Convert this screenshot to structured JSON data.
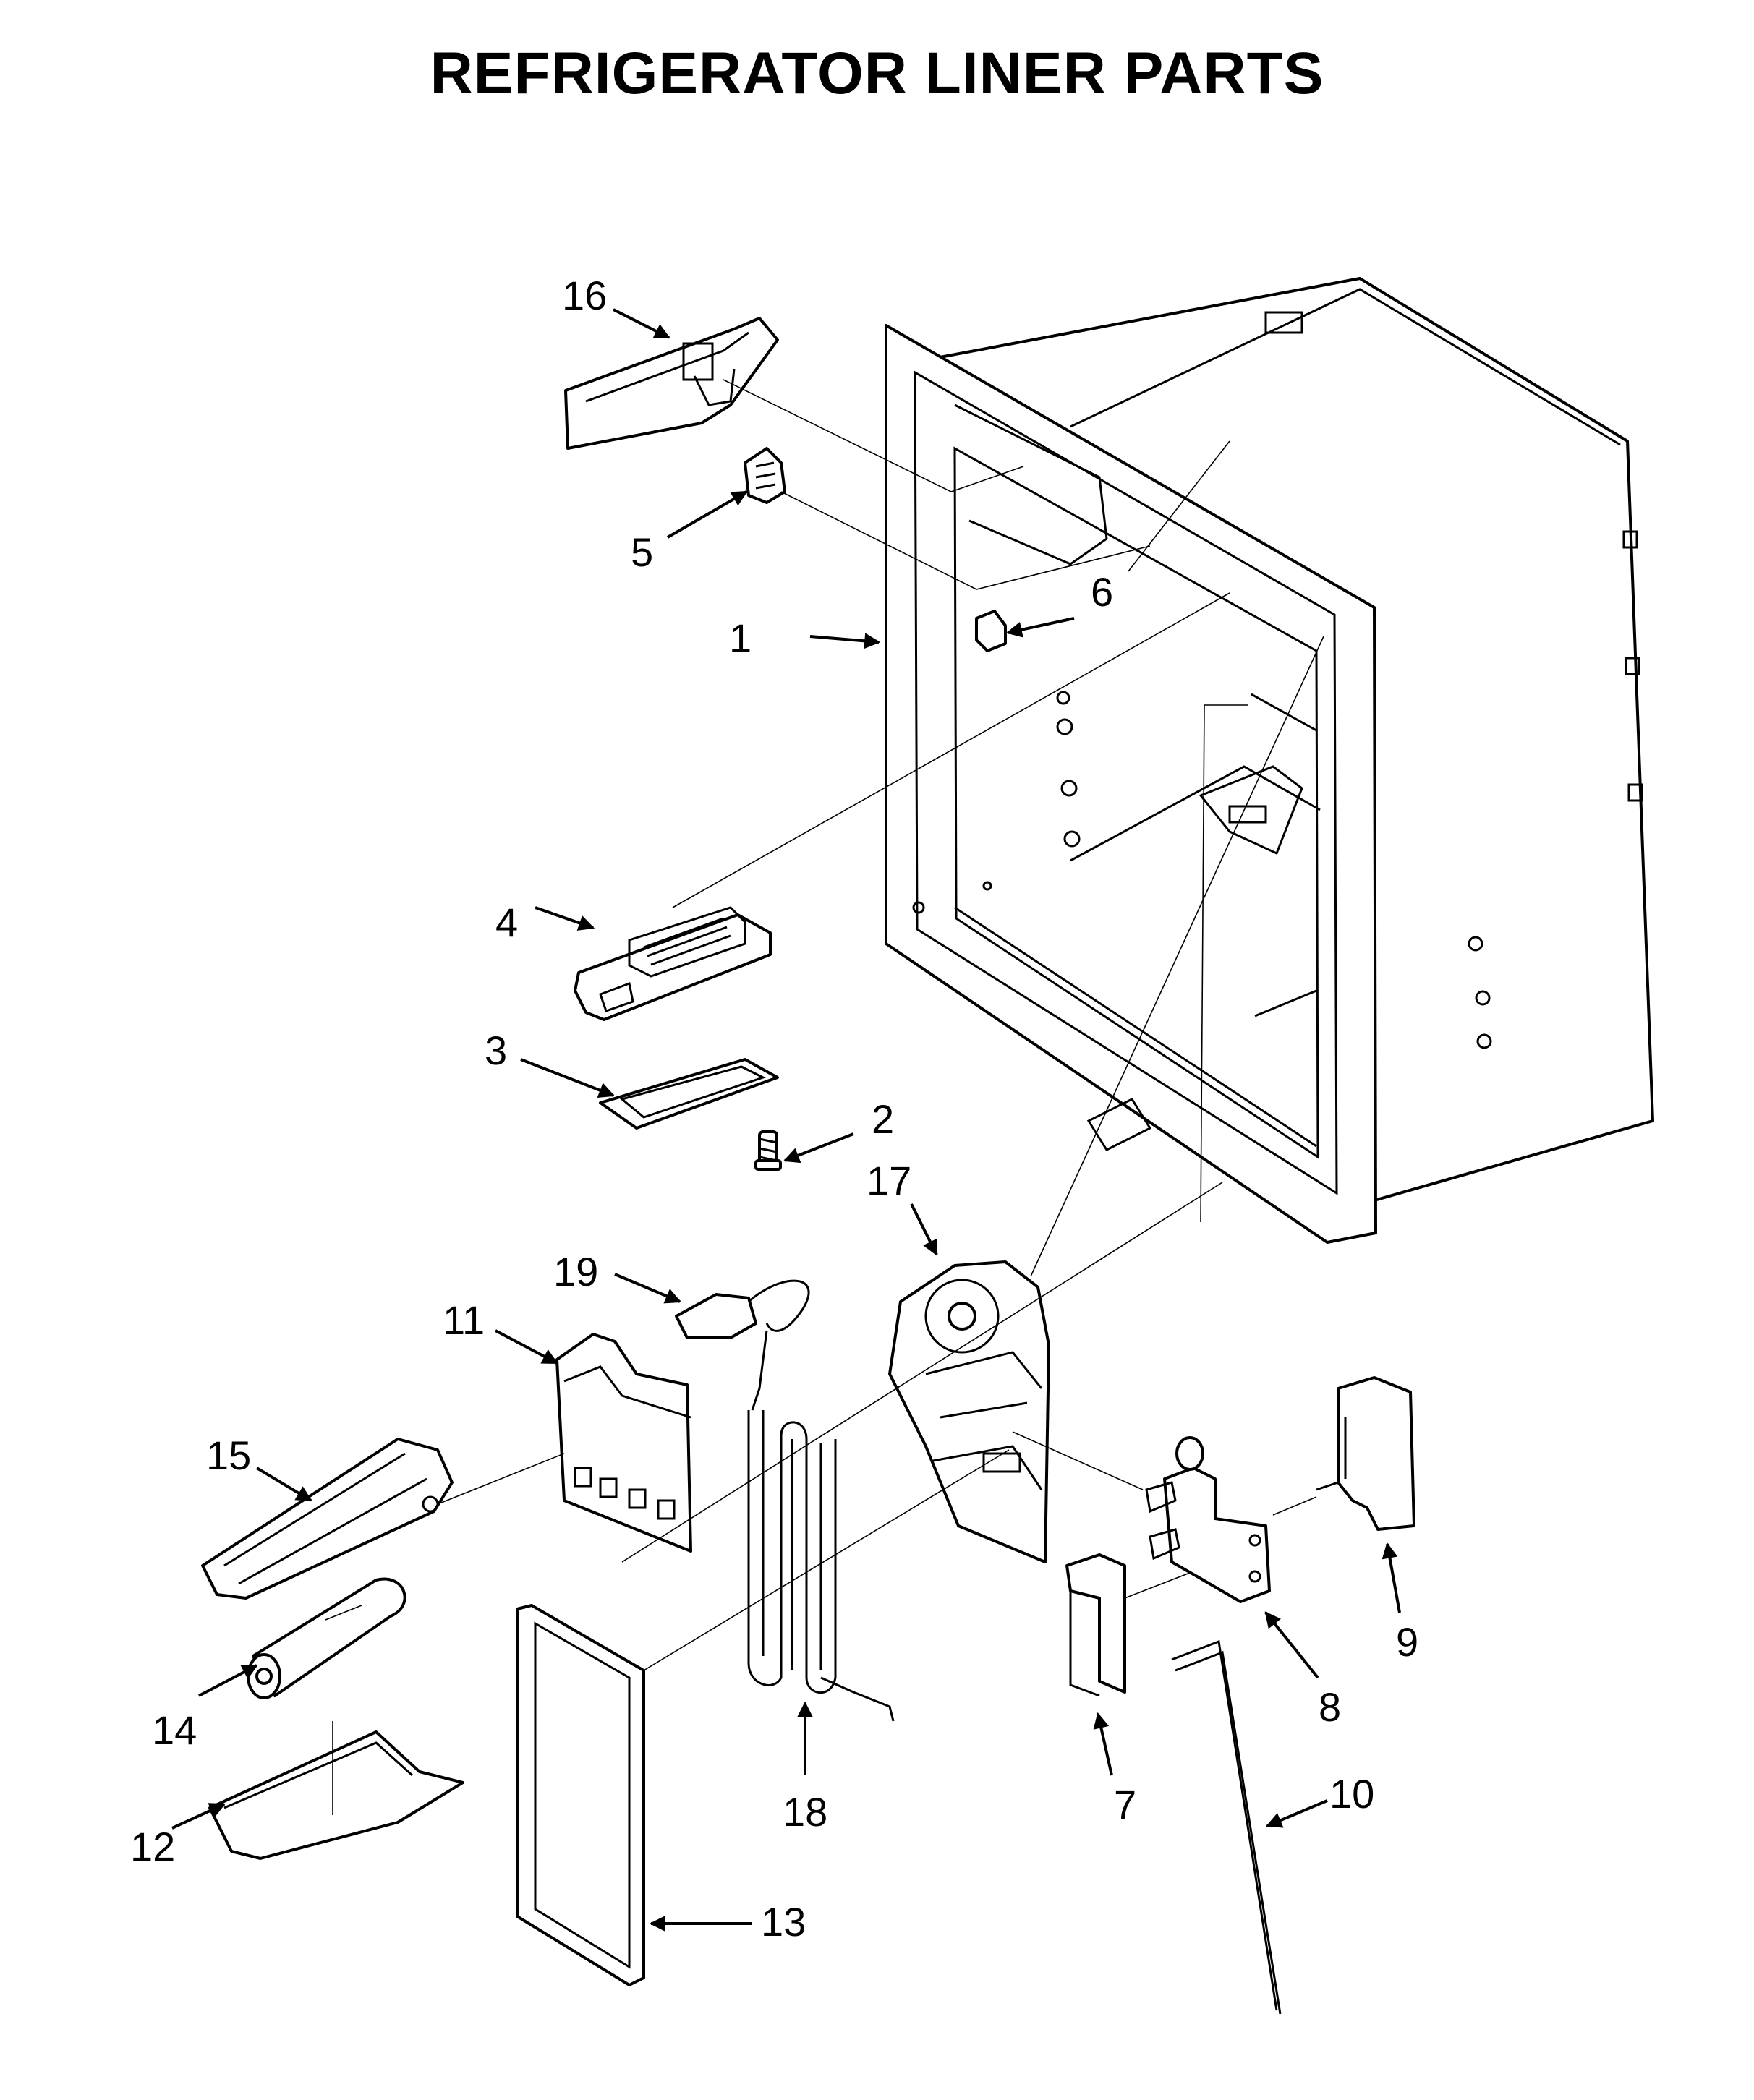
{
  "title": "REFRIGERATOR LINER PARTS",
  "callouts": {
    "c1": "1",
    "c2": "2",
    "c3": "3",
    "c4": "4",
    "c5": "5",
    "c6": "6",
    "c7": "7",
    "c8": "8",
    "c9": "9",
    "c10": "10",
    "c11": "11",
    "c12": "12",
    "c13": "13",
    "c14": "14",
    "c15": "15",
    "c16": "16",
    "c17": "17",
    "c18": "18",
    "c19": "19"
  }
}
